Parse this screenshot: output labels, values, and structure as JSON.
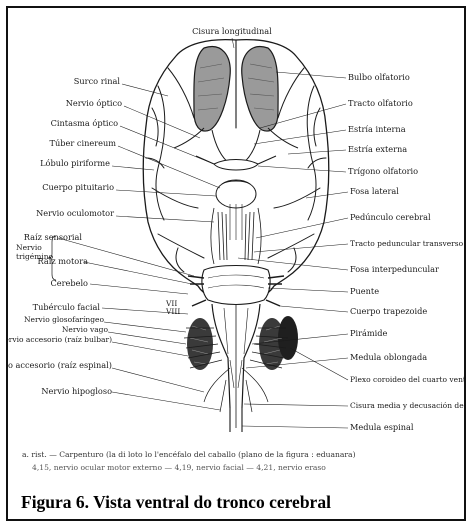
{
  "figure": {
    "caption": "Figura 6.  Vista ventral do tronco cerebral",
    "source_caption_line1": "a. rist. — Carpenturo (la di loto lo l'encéfalo del caballo (plano de la figura : eduanara)",
    "source_caption_line2": "4,15, nervio ocular motor externo — 4,19, nervio facial — 4,21, nervio eraso"
  },
  "labels": {
    "top": "Cisura longitudinal",
    "left": [
      "Surco rinal",
      "Nervio óptico",
      "Cintasma óptico",
      "Túber cinereum",
      "Lóbulo piriforme",
      "Cuerpo pituitario",
      "Nervio oculomotor",
      "Raíz sensorial",
      "Raíz motora",
      "Cerebelo",
      "Tubérculo facial",
      "Nervio glosofaríngeo",
      "Nervio vago",
      "Nervio accesorio (raíz bulbar)",
      "Nervio accesorio (raíz espinal)",
      "Nervio hipogloso"
    ],
    "trigeminal_group": [
      "Nervio",
      "trigémino"
    ],
    "small_marks": [
      "VII",
      "VIII"
    ],
    "right": [
      "Bulbo olfatorio",
      "Tracto olfatorio",
      "Estría interna",
      "Estría externa",
      "Trígono olfatorio",
      "Fosa lateral",
      "Pedúnculo cerebral",
      "Tracto peduncular transverso",
      "Fosa interpeduncular",
      "Puente",
      "Cuerpo trapezoide",
      "Pirámide",
      "Medula oblongada",
      "Plexo coroideo del cuarto ventrículo",
      "Cisura media y decusación de las pirámides",
      "Medula espinal"
    ]
  },
  "colors": {
    "ink": "#1a1a1a",
    "border": "#111111",
    "paper": "#ffffff"
  }
}
